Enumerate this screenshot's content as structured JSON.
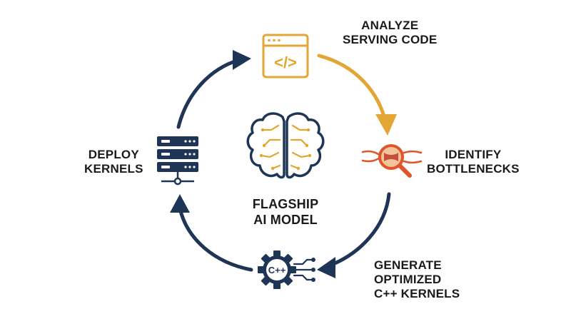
{
  "colors": {
    "navy": "#1f3556",
    "gold": "#e3a533",
    "orange": "#e0552a",
    "peach": "#f2c49a"
  },
  "icons": {
    "top": "code-window-icon",
    "right": "magnifier-bottleneck-icon",
    "bottom": "cpp-gear-icon",
    "left": "server-rack-icon",
    "center": "brain-icon"
  },
  "labels": {
    "analyze": [
      "ANALYZE",
      "SERVING CODE"
    ],
    "identify": [
      "IDENTIFY",
      "BOTTLENECKS"
    ],
    "generate": [
      "GENERATE",
      "OPTIMIZED",
      "C++ KERNELS"
    ],
    "deploy": [
      "DEPLOY",
      "KERNELS"
    ],
    "center": [
      "FLAGSHIP",
      "AI MODEL"
    ]
  },
  "cpp_text": "C++",
  "code_symbol": "</>"
}
